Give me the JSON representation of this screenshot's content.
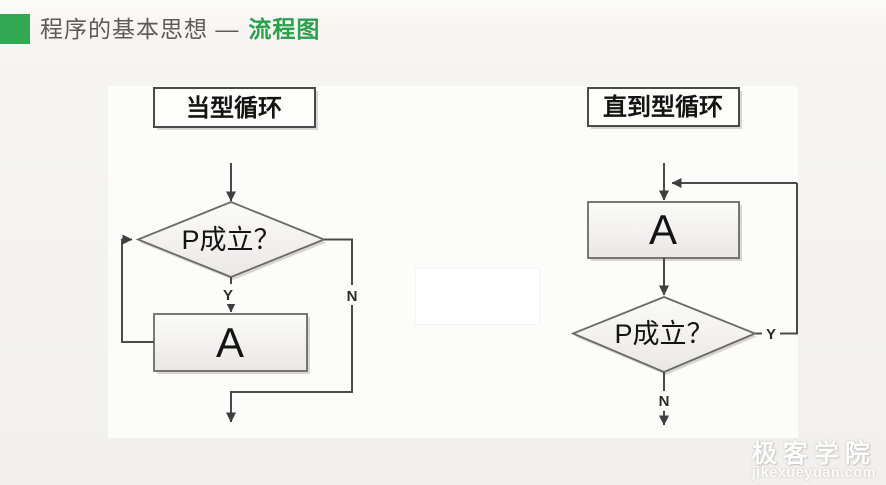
{
  "header": {
    "bullet_icon": "green-square",
    "title_prefix": "程序的基本思想 —",
    "title_highlight": "流程图"
  },
  "colors": {
    "accent_green": "#32a852",
    "highlight_text_green": "#2ba04d",
    "flow_line": "#4a4a4a"
  },
  "flowcharts": {
    "left": {
      "title": "当型循环",
      "condition_label": "P成立？",
      "process_label": "A",
      "yes_label": "Y",
      "no_label": "N"
    },
    "right": {
      "title": "直到型循环",
      "condition_label": "P成立？",
      "process_label": "A",
      "yes_label": "Y",
      "no_label": "N"
    }
  },
  "watermark": {
    "brand": "极客学院",
    "domain": "jikexueyuan.com"
  }
}
